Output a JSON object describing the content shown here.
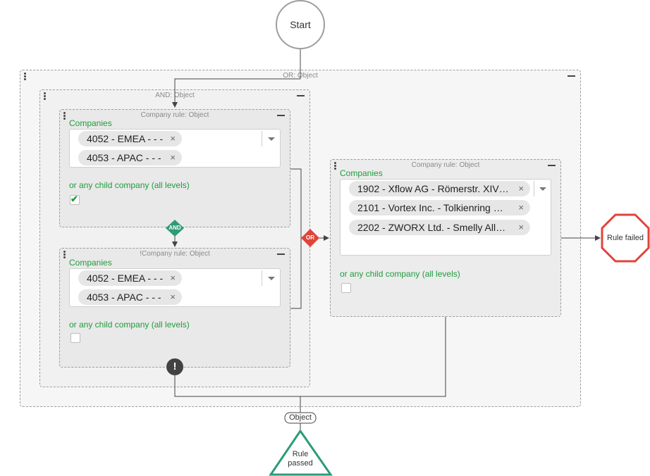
{
  "start_node": {
    "label": "Start"
  },
  "or_group": {
    "title": "OR: Object"
  },
  "and_group": {
    "title": "AND: Object"
  },
  "rule1": {
    "title": "Company rule: Object",
    "field_label": "Companies",
    "chips": [
      "4052 - EMEA - - -",
      "4053 - APAC - - -"
    ],
    "child_label": "or any child company (all levels)",
    "child_checked": true
  },
  "rule2": {
    "title": "!Company rule: Object",
    "field_label": "Companies",
    "chips": [
      "4052 - EMEA - - -",
      "4053 - APAC - - -"
    ],
    "child_label": "or any child company (all levels)",
    "child_checked": false
  },
  "rule3": {
    "title": "Company rule: Object",
    "field_label": "Companies",
    "chips": [
      "1902 - Xflow AG - Römerstr. XIV…",
      "2101 - Vortex Inc. - Tolkienring …",
      "2202 - ZWORX Ltd. - Smelly Alle…"
    ],
    "child_label": "or any child company (all levels)",
    "child_checked": false
  },
  "and_connector": {
    "label": "AND"
  },
  "or_connector": {
    "label": "OR"
  },
  "fail_node": {
    "label": "Rule failed"
  },
  "object_badge": {
    "label": "Object"
  },
  "pass_node": {
    "label_line1": "Rule",
    "label_line2": "passed"
  },
  "colors": {
    "green": "#1e9c3c",
    "red": "#e0443a",
    "teal": "#2e9a78",
    "dark": "#424242"
  },
  "icons": {
    "remove": "×",
    "check": "✔",
    "warning": "!"
  }
}
